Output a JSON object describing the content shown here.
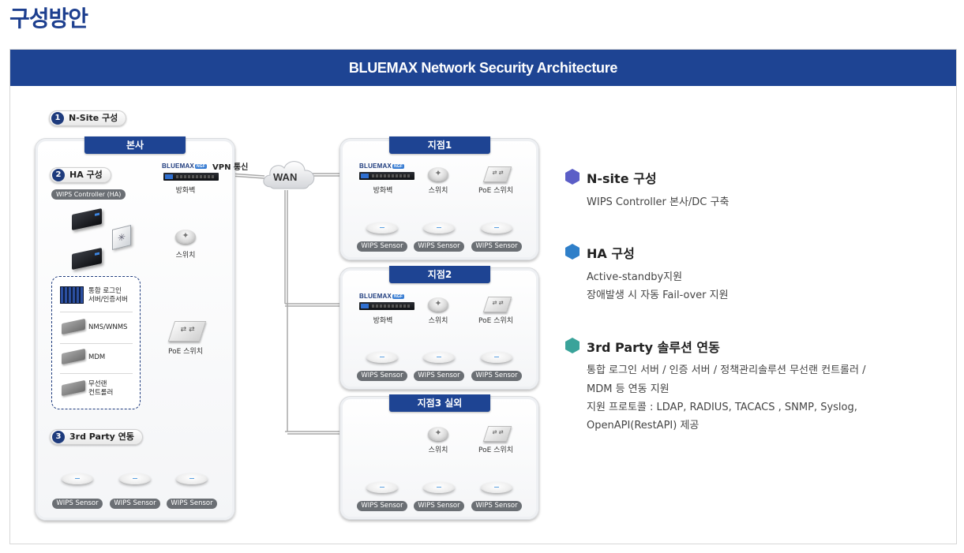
{
  "page": {
    "title": "구성방안"
  },
  "banner": {
    "title": "BLUEMAX Network Security Architecture"
  },
  "colors": {
    "primary": "#1e4493",
    "nsite": "#5b5ec7",
    "ha": "#2f7fc9",
    "third": "#3aa39a"
  },
  "diagram": {
    "callouts": {
      "nsite": {
        "num": "1",
        "label": "N-Site 구성"
      },
      "ha": {
        "num": "2",
        "label": "HA 구성"
      },
      "third": {
        "num": "3",
        "label": "3rd Party 연동"
      }
    },
    "hq": {
      "header": "본사",
      "wips_controller": "WIPS Controller (HA)",
      "bluemax": "BLUEMAX",
      "bluemax_badge": "NGF",
      "firewall_label": "방화벽",
      "vpn_label": "VPN 통신",
      "switch_label": "스위치",
      "poe_label": "PoE 스위치",
      "third_party": [
        {
          "label": "통합 로그인\n서버/인증서버",
          "icon": "rack-server-icon"
        },
        {
          "label": "NMS/WNMS",
          "icon": "server-icon"
        },
        {
          "label": "MDM",
          "icon": "server-icon"
        },
        {
          "label": "무선랜\n컨트롤러",
          "icon": "server-icon"
        }
      ],
      "sensors": [
        "WIPS Sensor",
        "WIPS Sensor",
        "WIPS Sensor"
      ]
    },
    "wan": {
      "label": "WAN",
      "icon": "cloud-icon"
    },
    "branches": [
      {
        "header": "지점1",
        "has_firewall": true,
        "bluemax": "BLUEMAX",
        "firewall_label": "방화벽",
        "switch_label": "스위치",
        "poe_label": "PoE 스위치",
        "sensors": [
          "WIPS Sensor",
          "WIPS Sensor",
          "WIPS Sensor"
        ]
      },
      {
        "header": "지점2",
        "has_firewall": true,
        "bluemax": "BLUEMAX",
        "firewall_label": "방화벽",
        "switch_label": "스위치",
        "poe_label": "PoE 스위치",
        "sensors": [
          "WIPS Sensor",
          "WIPS Sensor",
          "WIPS Sensor"
        ]
      },
      {
        "header": "지점3 실외",
        "has_firewall": false,
        "switch_label": "스위치",
        "poe_label": "PoE 스위치",
        "sensors": [
          "WIPS Sensor",
          "WIPS Sensor",
          "WIPS Sensor"
        ]
      }
    ]
  },
  "legend": [
    {
      "title": "N-site 구성",
      "color": "#5b5ec7",
      "lines": [
        "WIPS Controller 본사/DC 구축"
      ]
    },
    {
      "title": "HA 구성",
      "color": "#2f7fc9",
      "lines": [
        "Active-standby지원",
        "장애발생 시 자동 Fail-over 지원"
      ]
    },
    {
      "title": "3rd Party 솔루션 연동",
      "color": "#3aa39a",
      "lines": [
        "통합 로그인 서버 / 인증 서버 / 정책관리솔루션 무선랜 컨트롤러 /",
        "MDM 등 연동 지원",
        "지원 프로토콜 : LDAP, RADIUS, TACACS , SNMP, Syslog,",
        "OpenAPI(RestAPI) 제공"
      ]
    }
  ]
}
